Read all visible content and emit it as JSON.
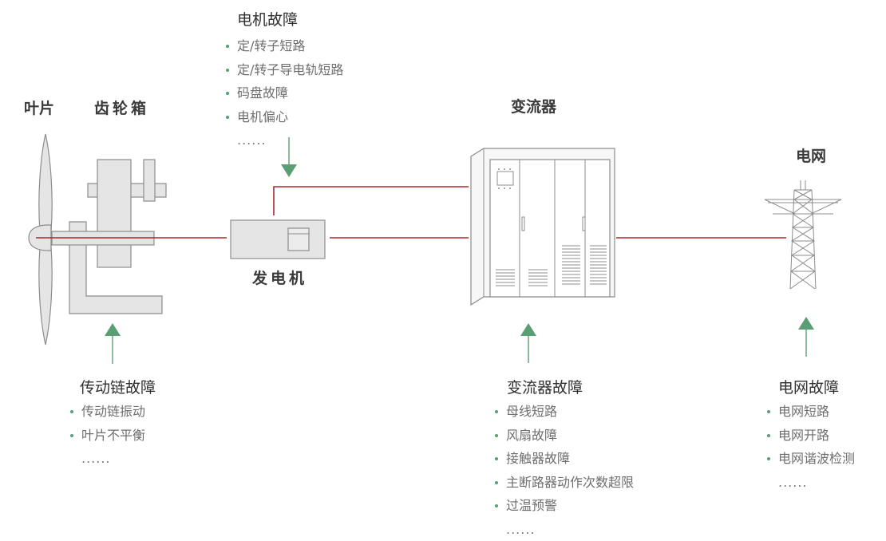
{
  "colors": {
    "line": "#b3242b",
    "arrow": "#5a9e74",
    "equipment_fill": "#e5e5e5",
    "equipment_stroke": "#8c8c8c"
  },
  "labels": {
    "blade": "叶片",
    "gearbox": "齿轮箱",
    "generator": "发电机",
    "converter": "变流器",
    "grid": "电网"
  },
  "faults": {
    "motor": {
      "title": "电机故障",
      "items": [
        "定/转子短路",
        "定/转子导电轨短路",
        "码盘故障",
        "电机偏心"
      ],
      "more": "......"
    },
    "drivetrain": {
      "title": "传动链故障",
      "items": [
        "传动链振动",
        "叶片不平衡"
      ],
      "more": "......"
    },
    "converter": {
      "title": "变流器故障",
      "items": [
        "母线短路",
        "风扇故障",
        "接触器故障",
        "主断路器动作次数超限",
        "过温预警"
      ],
      "more": "......"
    },
    "grid": {
      "title": "电网故障",
      "items": [
        "电网短路",
        "电网开路",
        "电网谐波检测"
      ],
      "more": "......"
    }
  }
}
